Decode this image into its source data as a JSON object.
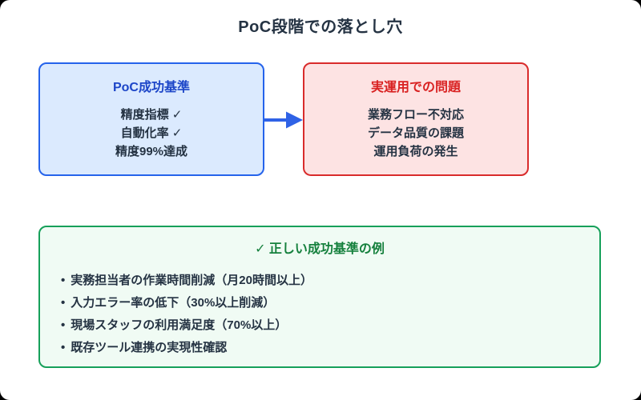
{
  "page": {
    "title": "PoC段階での落とし穴"
  },
  "poc_box": {
    "title": "PoC成功基準",
    "lines": [
      "精度指標 ✓",
      "自動化率 ✓",
      "精度99%達成"
    ]
  },
  "problem_box": {
    "title": "実運用での問題",
    "lines": [
      "業務フロー不対応",
      "データ品質の課題",
      "運用負荷の発生"
    ]
  },
  "criteria_box": {
    "title": "✓ 正しい成功基準の例",
    "bullet": "•",
    "items": [
      "実務担当者の作業時間削減（月20時間以上）",
      "入力エラー率の低下（30%以上削減）",
      "現場スタッフの利用満足度（70%以上）",
      "既存ツール連携の実現性確認"
    ]
  },
  "colors": {
    "accent_blue": "#2563eb",
    "blue_bg": "#dbeafe",
    "blue_title": "#1d46c8",
    "accent_red": "#d92b2b",
    "red_bg": "#fde3e3",
    "red_title": "#d92222",
    "accent_green": "#16a05a",
    "green_bg": "#f0fbf4",
    "green_title": "#15803d",
    "text_dark": "#253343"
  }
}
